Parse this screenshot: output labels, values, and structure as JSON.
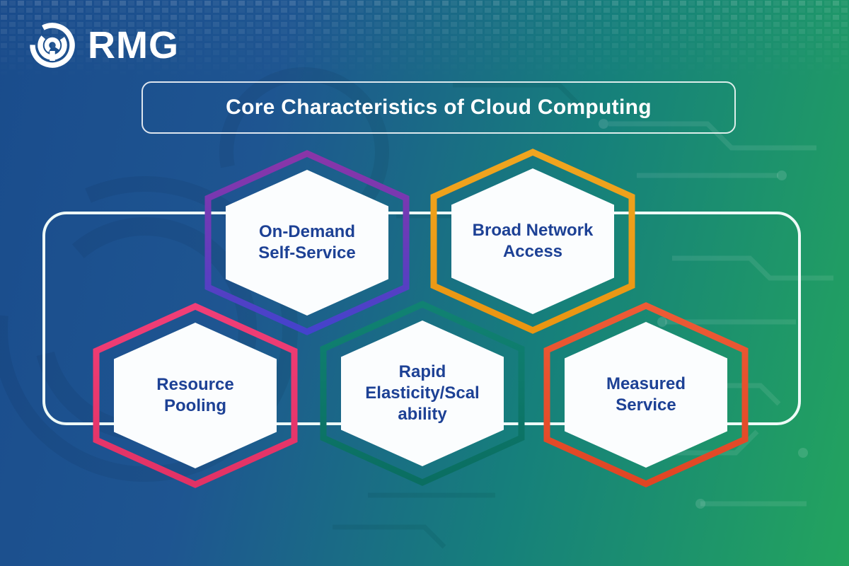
{
  "brand": {
    "name": "RMG",
    "icon": "spiral-arcs-icon",
    "color": "#ffffff"
  },
  "header": {
    "title": "Core Characteristics of Cloud Computing"
  },
  "background": {
    "gradient_from": "#1a4c8c",
    "gradient_mid": "#16807b",
    "gradient_to": "#23a45e",
    "frame_border_color": "#eefaf7"
  },
  "diagram": {
    "label_text_color": "#1d4195",
    "hex_fill_color": "#fbfdfe",
    "items": [
      {
        "id": "on-demand-self-service",
        "label": "On-Demand\nSelf-Service",
        "border_from": "#8a35a8",
        "border_to": "#4443cc"
      },
      {
        "id": "broad-network-access",
        "label": "Broad Network\nAccess",
        "border_from": "#f0a51f",
        "border_to": "#ea9512"
      },
      {
        "id": "resource-pooling",
        "label": "Resource\nPooling",
        "border_from": "#f03e77",
        "border_to": "#e23265"
      },
      {
        "id": "rapid-elasticity-scalability",
        "label": "Rapid\nElasticity/Scal\nability",
        "border_from": "#108272",
        "border_to": "#0a6e61"
      },
      {
        "id": "measured-service",
        "label": "Measured\nService",
        "border_from": "#ed5b36",
        "border_to": "#e04524"
      }
    ]
  }
}
